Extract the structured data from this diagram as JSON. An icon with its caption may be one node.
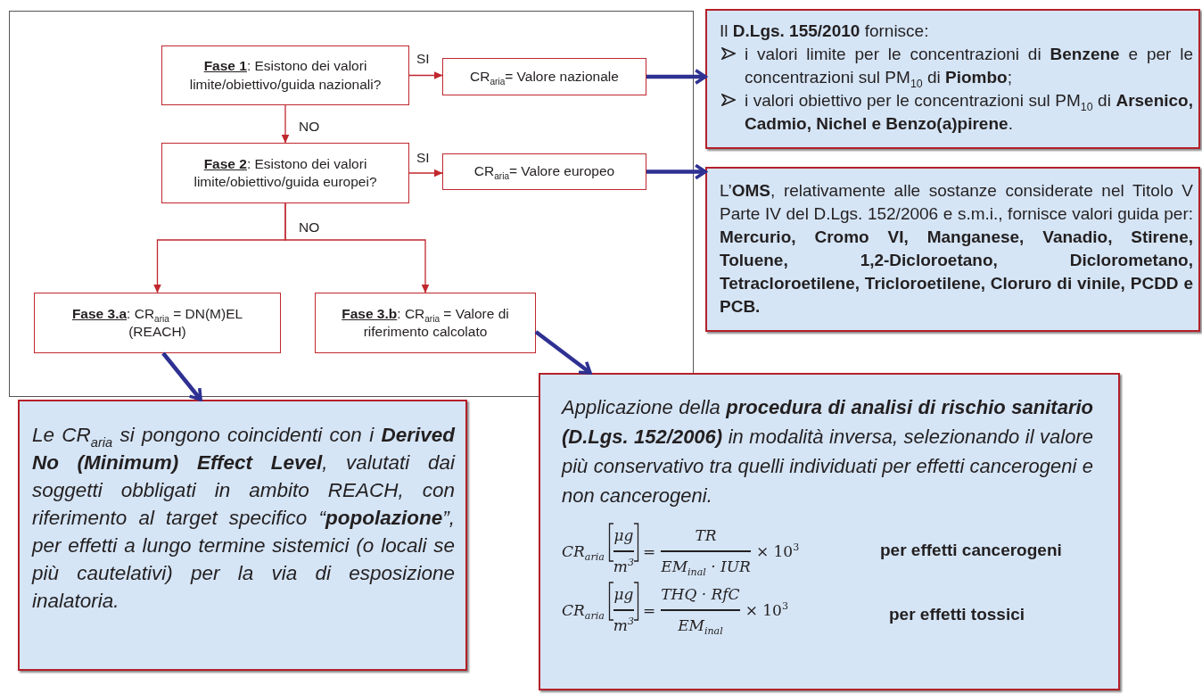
{
  "diagram": {
    "nodes": [
      {
        "text": [],
        "shape": "box"
      },
      {
        "text": [
          "**Fase 1**: Esistono dei valori limite/obiettivo/guida nazionali?"
        ],
        "in": 0
      },
      {
        "text": [
          "CR$_{aria}$= Valore nazionale"
        ],
        "in": 0
      },
      {
        "text": [
          "**Fase 2**: Esistono dei valori limite/obiettivo/guida europei?"
        ],
        "in": 0
      },
      {
        "text": [
          "CR$_{aria}$= Valore europeo"
        ],
        "in": 0
      },
      {
        "text": [
          "**Fase 3.a**: CR$_{aria}$ = DN(M)EL (REACH)"
        ],
        "in": 0
      },
      {
        "text": [
          "**Fase 3.b**: CR$_{aria}$ = Valore di riferimento calcolato"
        ],
        "in": 0
      },
      {
        "text": [
          "Il **D.Lgs. 155/2010** fornisce:",
          "i valori limite per le concentrazioni di **Benzene** e per le concentrazioni sul PM$_{10}$ di **Piombo**;",
          "i valori obiettivo per le concentrazioni sul PM$_{10}$ di **Arsenico, Cadmio, Nichel e Benzo(a)pirene**."
        ]
      },
      {
        "text": [
          "L’**OMS**, relativamente alle sostanze considerate nel Titolo V Parte IV del D.Lgs. 152/2006 e s.m.i., fornisce valori guida per: **Mercurio, Cromo VI, Manganese, Vanadio, Stirene, Toluene, 1,2-Dicloroetano, Diclorometano, Tetracloroetilene, Tricloroetilene, Cloruro di vinile, PCDD e PCB.**"
        ]
      },
      {
        "text": [
          "Le CR$_{aria}$ si pongono coincidenti con i **Derived No (Minimum) Effect Level**, valutati dai soggetti obbligati in ambito REACH, con riferimento al target specifico “**popolazione**”, per effetti a lungo termine sistemici (o locali se più cautelativi) per la via di esposizione inalatoria."
        ]
      },
      {
        "text": [
          "Applicazione della **procedura di analisi di rischio sanitario (D.Lgs. 152/2006)** in modalità inversa, selezionando il valore più conservativo tra quelli individuati per effetti cancerogeni e non cancerogeni.",
          "CR$_{aria}$",
          "μg",
          "m$^{3}$",
          "=",
          "TR",
          "EM$_{inal}$ · IUR",
          "× 10$^{3}$",
          "per effetti cancerogeni",
          "CR$_{aria}$",
          "μg",
          "m$^{3}$",
          "=",
          "THQ · RfC",
          "EM$_{inal}$",
          "× 10$^{3}$",
          "per effetti tossici"
        ]
      }
    ],
    "edges": [
      {
        "from": 1,
        "to": 2,
        "arrow": "to",
        "label": "SI"
      },
      {
        "from": 1,
        "to": 3,
        "arrow": "to",
        "label": "NO"
      },
      {
        "from": 3,
        "to": 4,
        "arrow": "to",
        "label": "SI"
      },
      {
        "from": 3,
        "to": 5,
        "arrow": "to",
        "label": "NO"
      },
      {
        "from": 3,
        "to": 6,
        "arrow": "to"
      },
      {
        "from": 2,
        "to": 7,
        "arrow": "to",
        "style": "thick",
        "color": "#2e3192"
      },
      {
        "from": 4,
        "to": 8,
        "arrow": "to",
        "style": "thick",
        "color": "#2e3192"
      },
      {
        "from": 5,
        "to": 9,
        "arrow": "to",
        "style": "thick",
        "color": "#2e3192"
      },
      {
        "from": 6,
        "to": 10,
        "arrow": "to",
        "style": "thick",
        "color": "#2e3192"
      }
    ]
  }
}
